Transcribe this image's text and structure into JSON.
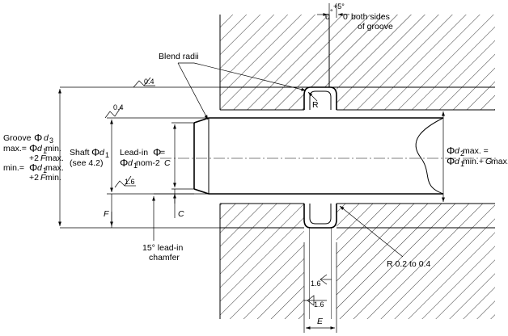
{
  "labels": {
    "blend_radii": "Blend radii",
    "r_groove": "R",
    "r_corner": "R 0.2 to 0.4",
    "angle_main": "0",
    "angle_deg": "°",
    "angle_zero": "0",
    "angle_tol": "+5°",
    "angle_text_1": "both sides",
    "angle_text_2": "of groove",
    "groove_title": "Groove",
    "phi": "Φ",
    "d3": "d",
    "d3_sub": "3",
    "max_eq": "max.= ",
    "d1_min": "d",
    "d1_min_sub": "1",
    "min_word": " min.",
    "plus2F_max": "+2",
    "F_it": "F",
    "max_word": " max.",
    "min_eq": "min.= ",
    "d1_max_word": " max.",
    "plus2F_min_word": " min.",
    "shaft": "Shaft",
    "shaft_d": "d",
    "shaft_sub": "1",
    "see_ref": "(see 4.2)",
    "leadin_1": "Lead-in",
    "leadin_eq": " =",
    "leadin_d": "d",
    "leadin_sub": "1",
    "leadin_nom": " nom-2",
    "leadin_C": "C",
    "d2_max_eq": " max. =",
    "d2": "d",
    "d2_sub": "2",
    "d1_minG": " min.+",
    "G_it": "G",
    "G_max": "max.",
    "F_label": "F",
    "C_label": "C",
    "chamfer_1": "15° lead-in",
    "chamfer_2": "chamfer",
    "E_label": "E",
    "rough_04_top": "0.4",
    "rough_04_left": "0.4",
    "rough_16_left": "1.6",
    "rough_16_right": "1.6",
    "rough_16_bottom": "1.6"
  }
}
